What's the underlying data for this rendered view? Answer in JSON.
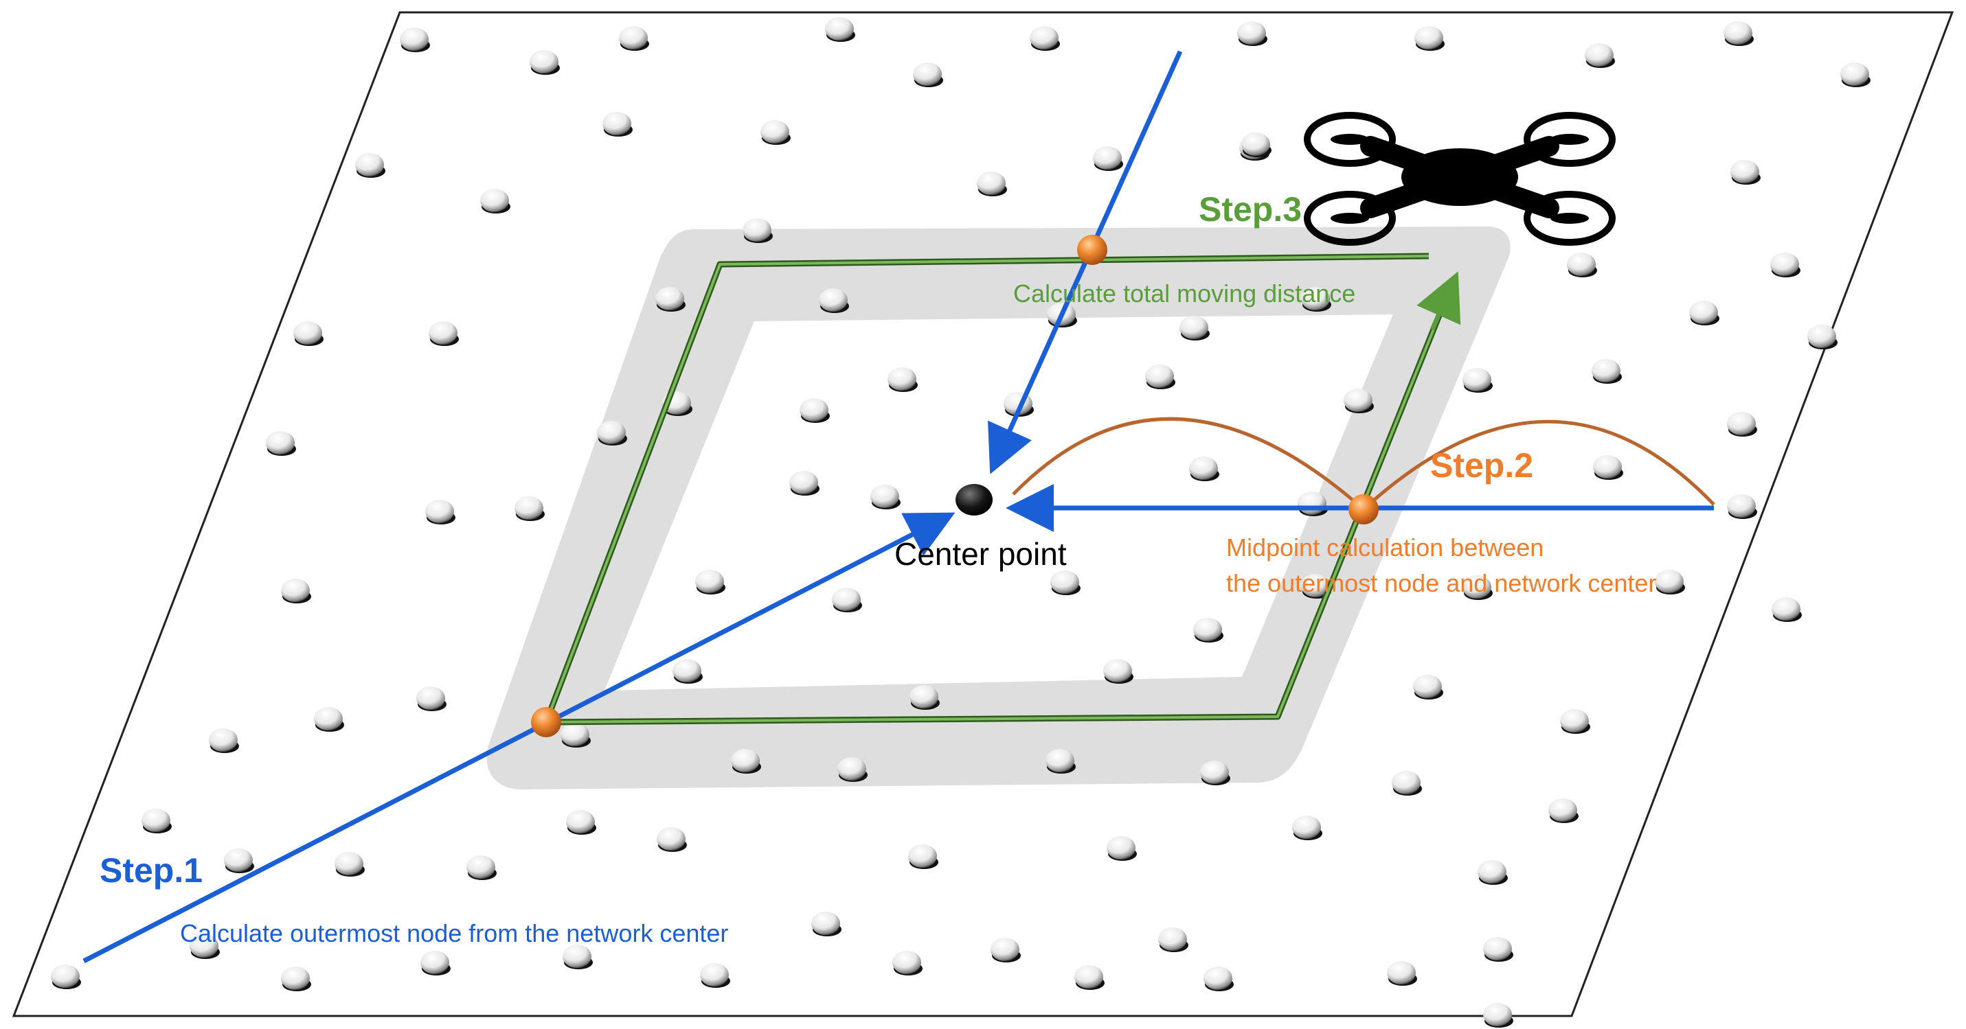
{
  "labels": {
    "step1": "Step.1",
    "step1_desc": "Calculate outermost node from the network center",
    "step2": "Step.2",
    "step2_desc_line1": "Midpoint calculation between",
    "step2_desc_line2": "the outermost node and network center",
    "step3": "Step.3",
    "step3_desc": "Calculate total moving distance",
    "center": "Center point"
  },
  "colors": {
    "blue": "#1a5fd6",
    "green": "#5a9e3c",
    "orange": "#ef7d2a",
    "arc": "#b8662e",
    "band": "#dedede",
    "node": "#ffffff",
    "center": "#111111",
    "drone": "#000000",
    "outline": "#222222",
    "text_black": "#000000"
  },
  "icons": {
    "drone": "quadcopter-icon",
    "node": "sensor-node-icon",
    "midpoint": "midpoint-marker-icon",
    "center": "network-center-icon"
  }
}
